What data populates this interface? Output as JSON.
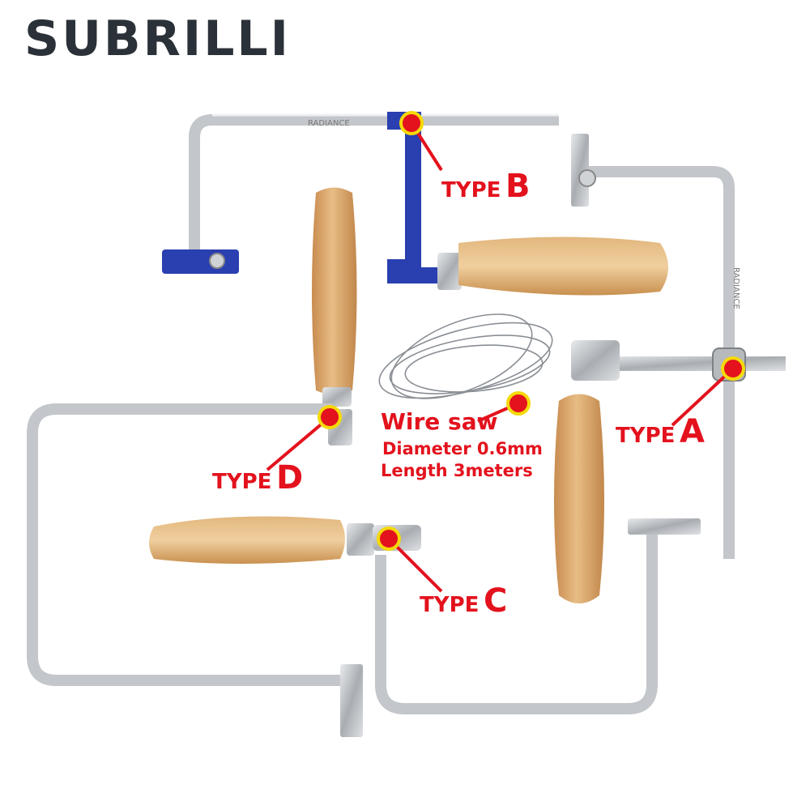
{
  "brand": "SUBRILLI",
  "labels": {
    "type_a": {
      "prefix": "TYPE",
      "letter": "A"
    },
    "type_b": {
      "prefix": "TYPE",
      "letter": "B"
    },
    "type_c": {
      "prefix": "TYPE",
      "letter": "C"
    },
    "type_d": {
      "prefix": "TYPE",
      "letter": "D"
    }
  },
  "wire_saw": {
    "title": "Wire saw",
    "diameter": "Diameter 0.6mm",
    "length": "Length 3meters"
  },
  "frame_engraving": "RADIANCE",
  "colors": {
    "brand_text": "#2b3138",
    "label_red": "#e3121d",
    "marker_yellow": "#f5d90a",
    "frame_silver": "#c9ccd0",
    "clamp_blue": "#2a3fb0",
    "wood": "#d9a566"
  }
}
